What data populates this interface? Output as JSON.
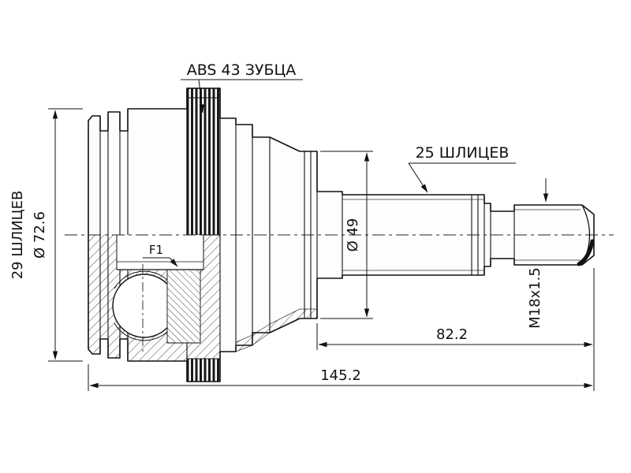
{
  "drawing": {
    "labels": {
      "abs": "ABS 43 ЗУБЦА",
      "shaft_splines": "25 ШЛИЦЕВ",
      "side_splines": "29 ШЛИЦЕВ",
      "f1": "F1",
      "thread": "M18x1.5"
    },
    "dimensions": {
      "outer_diameter": "Ø 72.6",
      "seat_diameter": "Ø 49",
      "shaft_length": "82.2",
      "overall_length": "145.2"
    },
    "colors": {
      "line": "#111111",
      "background": "#ffffff"
    }
  }
}
